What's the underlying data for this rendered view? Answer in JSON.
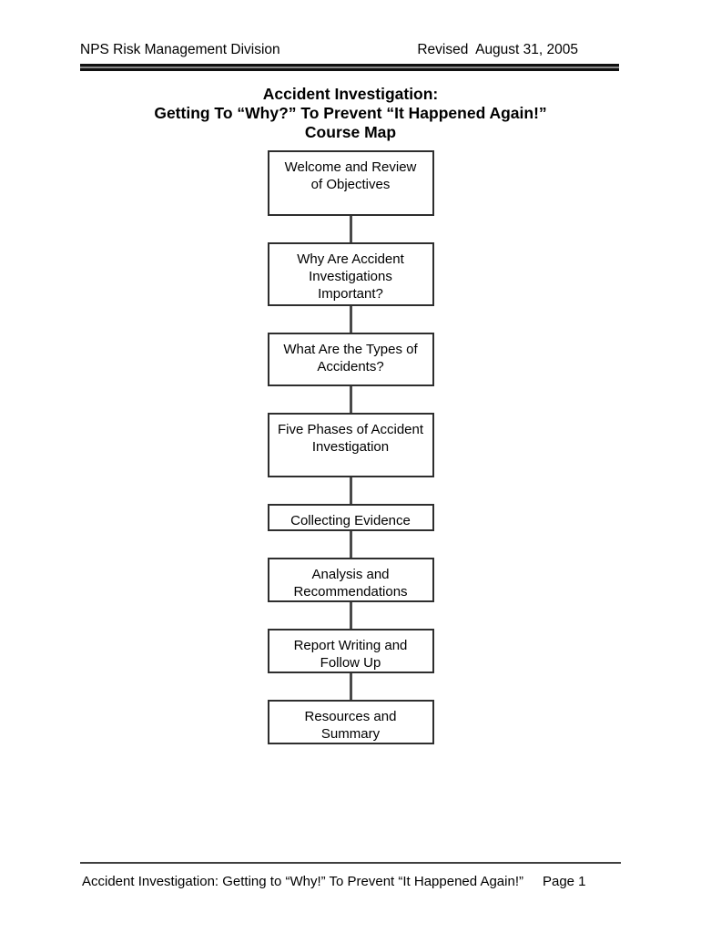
{
  "header": {
    "left": "NPS Risk Management Division",
    "right": "Revised  August 31, 2005"
  },
  "title": {
    "text": "Accident Investigation:\nGetting To “Why?” To Prevent “It Happened Again!”\nCourse Map"
  },
  "flow": {
    "boxes": [
      {
        "label": "Welcome and Review\nof Objectives"
      },
      {
        "label": "Why Are Accident\nInvestigations\nImportant?"
      },
      {
        "label": "What Are the Types of\nAccidents?"
      },
      {
        "label": "Five Phases of Accident\nInvestigation"
      },
      {
        "label": "Collecting Evidence"
      },
      {
        "label": "Analysis and\nRecommendations"
      },
      {
        "label": "Report Writing and\nFollow Up"
      },
      {
        "label": "Resources and\nSummary"
      }
    ]
  },
  "footer": {
    "text": "Accident Investigation: Getting to “Why!” To Prevent “It Happened Again!”",
    "page": "Page 1"
  },
  "colors": {
    "text": "#000000",
    "box_border": "#2e2e2e",
    "connector_line": "#4a4a4a",
    "header_rule": "#101010",
    "background": "#ffffff"
  }
}
